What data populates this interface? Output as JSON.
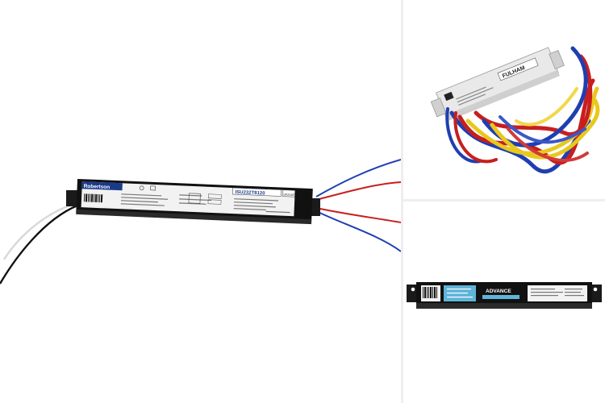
{
  "main_product": {
    "brand_label": "Robertson",
    "model_label": "ISU232T8120",
    "side_label": "SF2S1E"
  },
  "top_product": {
    "brand_label": "FULHAM"
  },
  "bottom_product": {
    "brand_label": "ADVANCE"
  },
  "colors": {
    "ballast_body": "#111111",
    "wire_blue": "#1f3fb0",
    "wire_red": "#c81e1e",
    "wire_yellow": "#e8c81e",
    "wire_black": "#111111",
    "wire_white": "#d8d8d8",
    "advance_label": "#5fb4d9"
  }
}
